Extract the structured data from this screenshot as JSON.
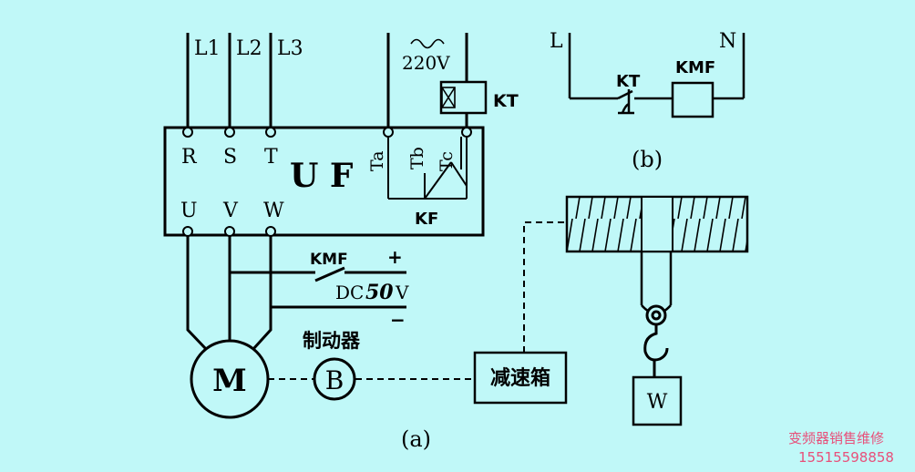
{
  "supply": {
    "l1": "L1",
    "l2": "L2",
    "l3": "L3",
    "ac": "220V"
  },
  "inverter": {
    "name": "U F",
    "in_r": "R",
    "in_s": "S",
    "in_t": "T",
    "out_u": "U",
    "out_v": "V",
    "out_w": "W",
    "ta": "Ta",
    "tb": "Tb",
    "tc": "Tc",
    "relay": "KF"
  },
  "relay_coil": "KT",
  "brake_supply": {
    "contact": "KMF",
    "plus": "+",
    "dc_prefix": "DC",
    "dc_value": "50",
    "dc_unit": "V",
    "minus": "−"
  },
  "motor": "M",
  "brake": {
    "symbol": "B",
    "caption": "制动器"
  },
  "gearbox": "减速箱",
  "load": "W",
  "captions": {
    "a": "(a)",
    "b": "(b)"
  },
  "circuit_b": {
    "l": "L",
    "n": "N",
    "kt": "KT",
    "kmf": "KMF"
  },
  "watermark": {
    "line1": "变频器销售维修",
    "line2": "15515598858"
  }
}
